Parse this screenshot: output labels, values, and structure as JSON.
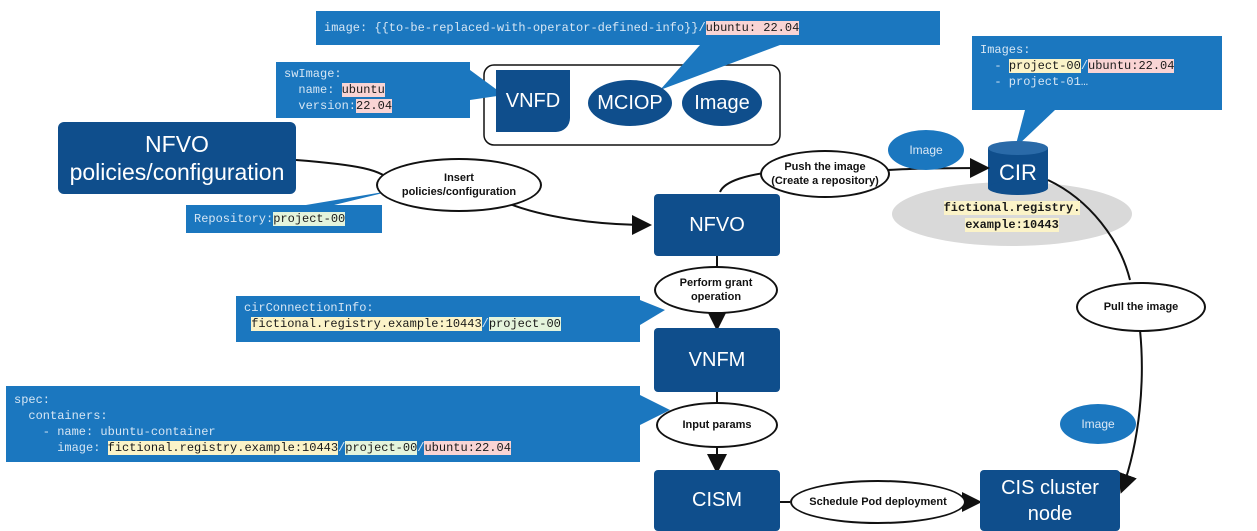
{
  "top_callout": {
    "prefix": "image: {{to-be-replaced-with-operator-defined-info}}/",
    "value": "ubuntu: 22.04"
  },
  "swimage_callout": {
    "line1": "swImage:",
    "name_key": "  name: ",
    "name_val": "ubuntu",
    "version_key": "  version:",
    "version_val": "22.04"
  },
  "package": {
    "vnfd": "VNFD",
    "mciop": "MCIOP",
    "image": "Image"
  },
  "nfvo_policies": {
    "line1": "NFVO",
    "line2": "policies/configuration"
  },
  "repository_callout": {
    "key": "Repository:",
    "value": "project-00"
  },
  "insert_ellipse": {
    "line1": "Insert",
    "line2": "policies/configuration"
  },
  "nfvo": "NFVO",
  "push_ellipse": {
    "line1": "Push the image",
    "line2": "(Create a repository)"
  },
  "image_bubble_top": "Image",
  "cir": {
    "label": "CIR",
    "address_line1": "fictional.registry.",
    "address_line2": "example:10443"
  },
  "images_callout": {
    "title": "Images:",
    "item1_prefix": "  - ",
    "item1_project": "project-00",
    "item1_image": "ubuntu:22.04",
    "item2": "  - project-01…"
  },
  "grant_ellipse": {
    "line1": "Perform grant",
    "line2": "operation"
  },
  "cir_callout": {
    "title": "cirConnectionInfo:",
    "registry": "fictional.registry.example:10443",
    "project": "project-00"
  },
  "vnfm": "VNFM",
  "spec_callout": {
    "l1": "spec:",
    "l2": "  containers:",
    "l3": "    - name: ubuntu-container",
    "l4_key": "      image: ",
    "registry": "fictional.registry.example:10443",
    "project": "project-00",
    "image": "ubuntu:22.04"
  },
  "input_ellipse": "Input params",
  "cism": "CISM",
  "schedule_ellipse": "Schedule Pod deployment",
  "pull_ellipse": "Pull the image",
  "image_bubble_bottom": "Image",
  "cis_node": {
    "line1": "CIS cluster",
    "line2": "node"
  },
  "colors": {
    "dark_blue": "#0f4e8c",
    "callout_blue": "#1b77bf",
    "highlight_yellow": "#fbf3c8",
    "highlight_green": "#e4f4dc",
    "highlight_pink": "#f9d4d4"
  }
}
